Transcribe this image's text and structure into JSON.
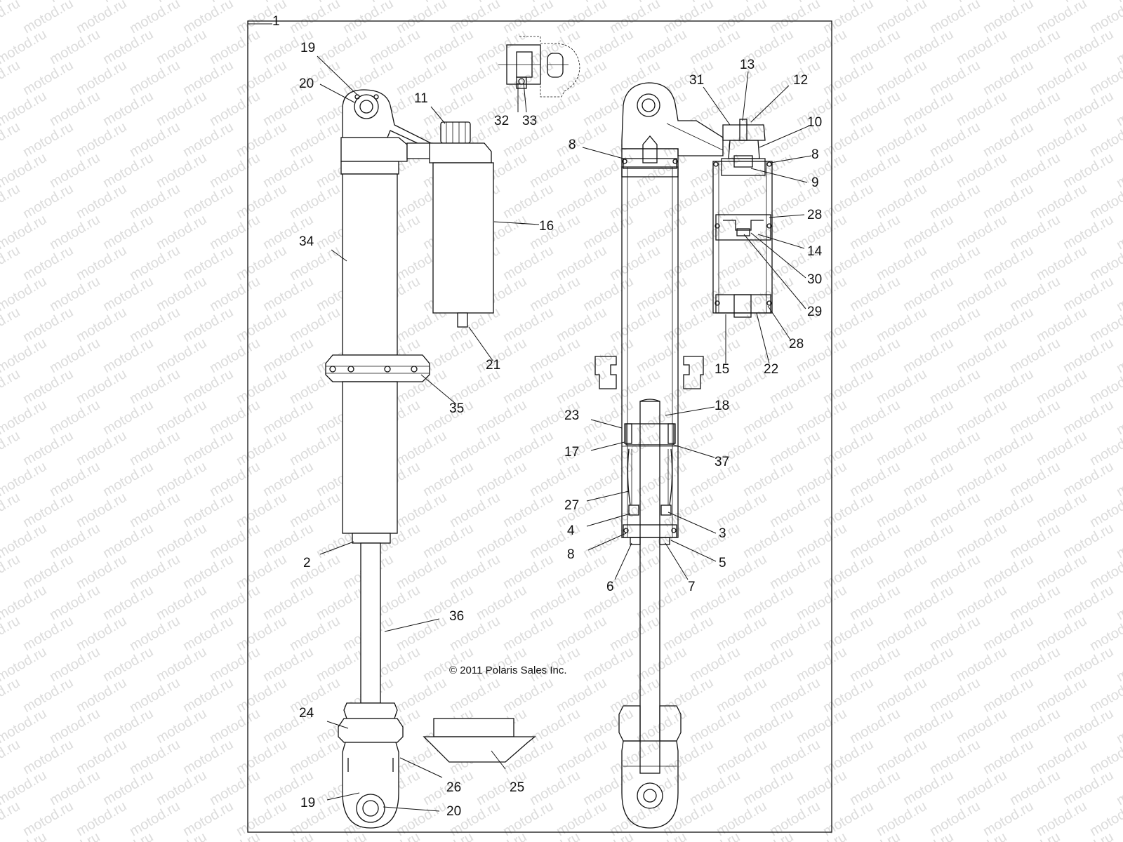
{
  "copyright": "© 2011 Polaris Sales Inc.",
  "watermark": "motod.ru",
  "callouts": {
    "c1": "1",
    "c2": "2",
    "c3": "3",
    "c4": "4",
    "c5": "5",
    "c6": "6",
    "c7": "7",
    "c8": "8",
    "c9": "9",
    "c10": "10",
    "c11": "11",
    "c12": "12",
    "c13": "13",
    "c14": "14",
    "c15": "15",
    "c16": "16",
    "c17": "17",
    "c18": "18",
    "c19": "19",
    "c20": "20",
    "c21": "21",
    "c22": "22",
    "c23": "23",
    "c24": "24",
    "c25": "25",
    "c26": "26",
    "c27": "27",
    "c28": "28",
    "c29": "29",
    "c30": "30",
    "c31": "31",
    "c32": "32",
    "c33": "33",
    "c34": "34",
    "c35": "35",
    "c36": "36",
    "c37": "37"
  }
}
